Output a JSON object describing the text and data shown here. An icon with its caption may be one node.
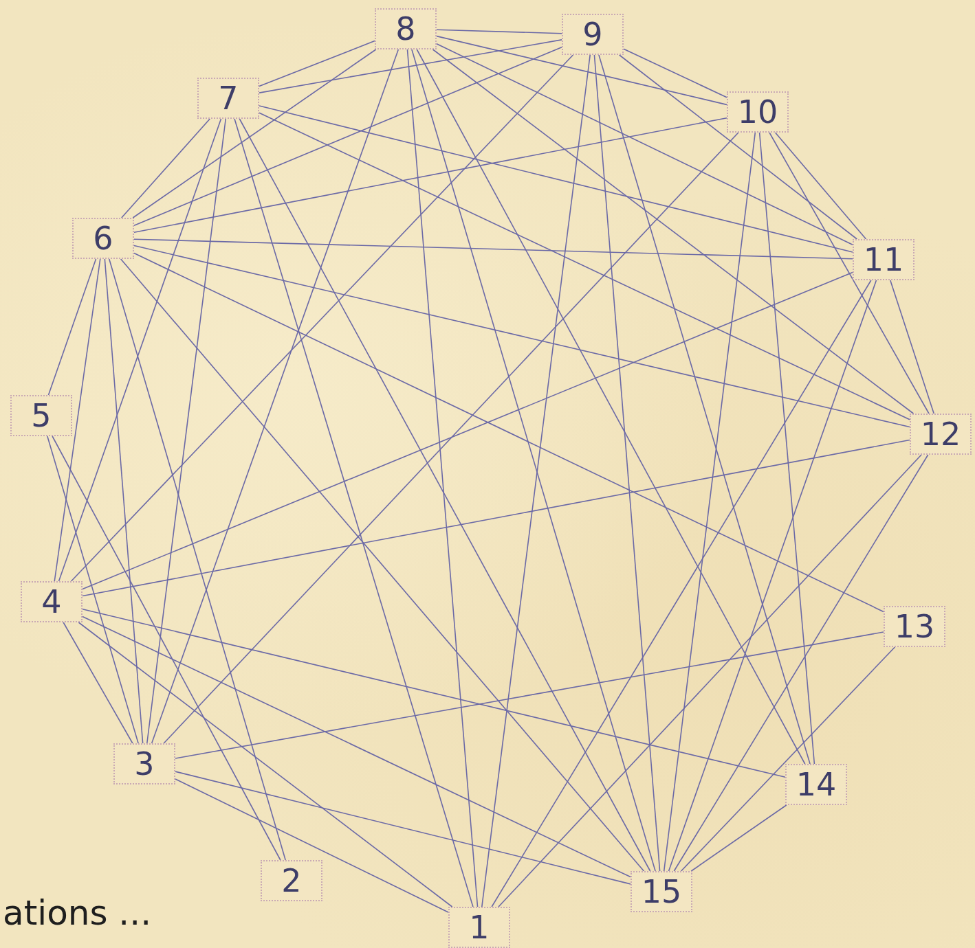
{
  "diagram": {
    "nodes": [
      {
        "text": [
          "1"
        ]
      },
      {
        "text": [
          "2"
        ]
      },
      {
        "text": [
          "3"
        ]
      },
      {
        "text": [
          "4"
        ]
      },
      {
        "text": [
          "5"
        ]
      },
      {
        "text": [
          "6"
        ]
      },
      {
        "text": [
          "7"
        ]
      },
      {
        "text": [
          "8"
        ]
      },
      {
        "text": [
          "9"
        ]
      },
      {
        "text": [
          "10"
        ]
      },
      {
        "text": [
          "11"
        ]
      },
      {
        "text": [
          "12"
        ]
      },
      {
        "text": [
          "13"
        ]
      },
      {
        "text": [
          "14"
        ]
      },
      {
        "text": [
          "15"
        ]
      }
    ],
    "edges": [
      {
        "from": 7,
        "to": 8,
        "arrow": "none"
      },
      {
        "from": 7,
        "to": 6,
        "arrow": "none"
      },
      {
        "from": 7,
        "to": 5,
        "arrow": "none"
      },
      {
        "from": 7,
        "to": 2,
        "arrow": "none"
      },
      {
        "from": 7,
        "to": 0,
        "arrow": "none"
      },
      {
        "from": 7,
        "to": 14,
        "arrow": "none"
      },
      {
        "from": 7,
        "to": 9,
        "arrow": "none"
      },
      {
        "from": 7,
        "to": 10,
        "arrow": "none"
      },
      {
        "from": 7,
        "to": 11,
        "arrow": "none"
      },
      {
        "from": 7,
        "to": 13,
        "arrow": "none"
      },
      {
        "from": 8,
        "to": 6,
        "arrow": "none"
      },
      {
        "from": 8,
        "to": 5,
        "arrow": "none"
      },
      {
        "from": 8,
        "to": 9,
        "arrow": "none"
      },
      {
        "from": 8,
        "to": 10,
        "arrow": "none"
      },
      {
        "from": 8,
        "to": 0,
        "arrow": "none"
      },
      {
        "from": 8,
        "to": 14,
        "arrow": "none"
      },
      {
        "from": 8,
        "to": 13,
        "arrow": "none"
      },
      {
        "from": 8,
        "to": 3,
        "arrow": "none"
      },
      {
        "from": 6,
        "to": 5,
        "arrow": "none"
      },
      {
        "from": 6,
        "to": 3,
        "arrow": "none"
      },
      {
        "from": 6,
        "to": 2,
        "arrow": "none"
      },
      {
        "from": 6,
        "to": 0,
        "arrow": "none"
      },
      {
        "from": 6,
        "to": 14,
        "arrow": "none"
      },
      {
        "from": 6,
        "to": 10,
        "arrow": "none"
      },
      {
        "from": 6,
        "to": 11,
        "arrow": "none"
      },
      {
        "from": 5,
        "to": 4,
        "arrow": "none"
      },
      {
        "from": 5,
        "to": 3,
        "arrow": "none"
      },
      {
        "from": 5,
        "to": 2,
        "arrow": "none"
      },
      {
        "from": 5,
        "to": 9,
        "arrow": "none"
      },
      {
        "from": 5,
        "to": 10,
        "arrow": "none"
      },
      {
        "from": 5,
        "to": 11,
        "arrow": "none"
      },
      {
        "from": 5,
        "to": 12,
        "arrow": "none"
      },
      {
        "from": 5,
        "to": 14,
        "arrow": "none"
      },
      {
        "from": 5,
        "to": 1,
        "arrow": "none"
      },
      {
        "from": 9,
        "to": 10,
        "arrow": "none"
      },
      {
        "from": 9,
        "to": 11,
        "arrow": "none"
      },
      {
        "from": 9,
        "to": 13,
        "arrow": "none"
      },
      {
        "from": 9,
        "to": 14,
        "arrow": "none"
      },
      {
        "from": 9,
        "to": 2,
        "arrow": "none"
      },
      {
        "from": 10,
        "to": 3,
        "arrow": "none"
      },
      {
        "from": 10,
        "to": 11,
        "arrow": "none"
      },
      {
        "from": 10,
        "to": 14,
        "arrow": "none"
      },
      {
        "from": 10,
        "to": 0,
        "arrow": "none"
      },
      {
        "from": 11,
        "to": 3,
        "arrow": "none"
      },
      {
        "from": 11,
        "to": 14,
        "arrow": "none"
      },
      {
        "from": 11,
        "to": 0,
        "arrow": "none"
      },
      {
        "from": 12,
        "to": 2,
        "arrow": "none"
      },
      {
        "from": 12,
        "to": 14,
        "arrow": "none"
      },
      {
        "from": 13,
        "to": 3,
        "arrow": "none"
      },
      {
        "from": 2,
        "to": 4,
        "arrow": "none"
      },
      {
        "from": 2,
        "to": 3,
        "arrow": "none"
      },
      {
        "from": 2,
        "to": 0,
        "arrow": "none"
      },
      {
        "from": 2,
        "to": 14,
        "arrow": "none"
      },
      {
        "from": 1,
        "to": 4,
        "arrow": "none"
      },
      {
        "from": 0,
        "to": 3,
        "arrow": "none"
      },
      {
        "from": 14,
        "to": 3,
        "arrow": "none"
      },
      {
        "from": 14,
        "to": 13,
        "arrow": "none"
      }
    ],
    "labels": [
      "ations ..."
    ]
  }
}
